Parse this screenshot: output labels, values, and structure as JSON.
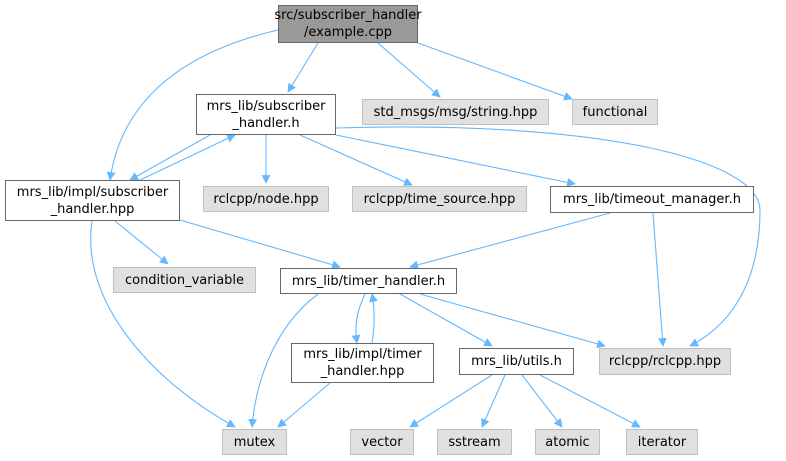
{
  "colors": {
    "edge": "#63b8ff",
    "root_fill": "#999999",
    "external_fill": "#e0e0e0",
    "internal_fill": "#ffffff"
  },
  "nodes": {
    "root": "src/subscriber_handler\n/example.cpp",
    "subscriber_handler_h": "mrs_lib/subscriber\n_handler.h",
    "std_msgs_string": "std_msgs/msg/string.hpp",
    "functional": "functional",
    "impl_subscriber_handler": "mrs_lib/impl/subscriber\n_handler.hpp",
    "rclcpp_node": "rclcpp/node.hpp",
    "rclcpp_time_source": "rclcpp/time_source.hpp",
    "timeout_manager": "mrs_lib/timeout_manager.h",
    "condition_variable": "condition_variable",
    "timer_handler": "mrs_lib/timer_handler.h",
    "impl_timer_handler": "mrs_lib/impl/timer\n_handler.hpp",
    "utils": "mrs_lib/utils.h",
    "rclcpp_rclcpp": "rclcpp/rclcpp.hpp",
    "mutex": "mutex",
    "vector": "vector",
    "sstream": "sstream",
    "atomic": "atomic",
    "iterator": "iterator"
  }
}
